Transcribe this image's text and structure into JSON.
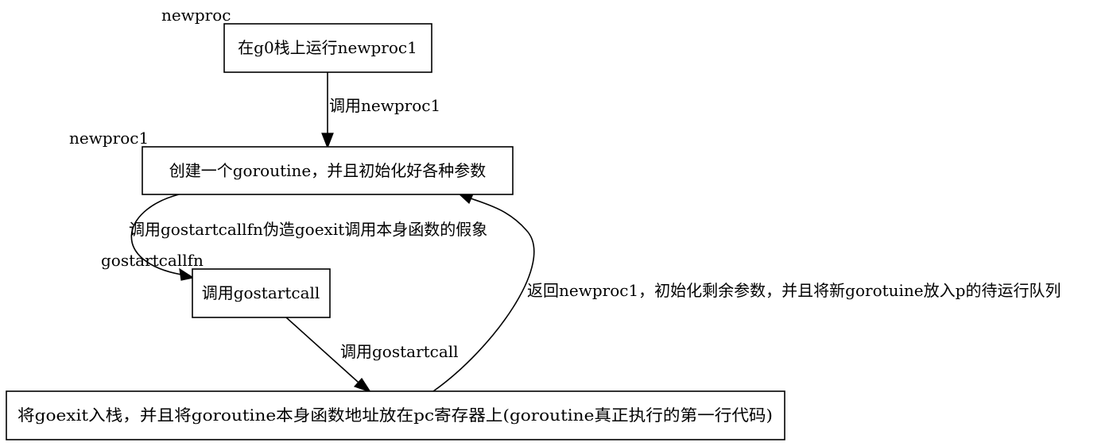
{
  "diagram": {
    "nodes": {
      "n1": {
        "label": "在g0栈上运行newproc1",
        "caption": "newproc"
      },
      "n2": {
        "label": "创建一个goroutine，并且初始化好各种参数",
        "caption": "newproc1"
      },
      "n3": {
        "label": "调用gostartcall",
        "caption": "gostartcallfn"
      },
      "n4": {
        "label": "将goexit入栈，并且将goroutine本身函数地址放在pc寄存器上(goroutine真正执行的第一行代码)"
      }
    },
    "edges": {
      "e1": {
        "label": "调用newproc1"
      },
      "e2": {
        "label": "调用gostartcallfn伪造goexit调用本身函数的假象"
      },
      "e3": {
        "label": "调用gostartcall"
      },
      "e4": {
        "label": "返回newproc1，初始化剩余参数，并且将新gorotuine放入p的待运行队列"
      }
    }
  }
}
